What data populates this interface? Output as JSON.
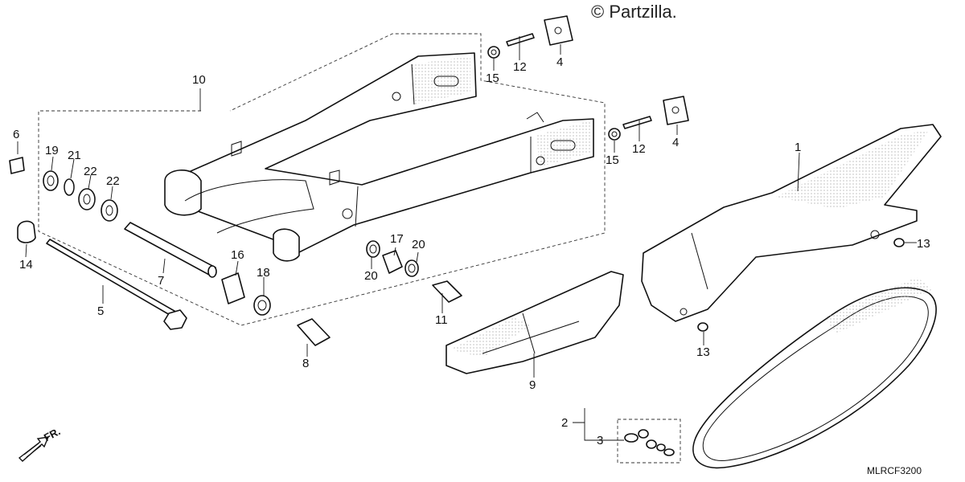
{
  "watermark": "© Partzilla.",
  "diagram_code": "MLRCF3200",
  "direction_label": "FR.",
  "callouts": {
    "c1": "1",
    "c2": "2",
    "c3": "3",
    "c4a": "4",
    "c4b": "4",
    "c5": "5",
    "c6": "6",
    "c7": "7",
    "c8": "8",
    "c9": "9",
    "c10": "10",
    "c11": "11",
    "c12a": "12",
    "c12b": "12",
    "c13a": "13",
    "c13b": "13",
    "c14": "14",
    "c15a": "15",
    "c15b": "15",
    "c16": "16",
    "c17": "17",
    "c18": "18",
    "c19": "19",
    "c20a": "20",
    "c20b": "20",
    "c21": "21",
    "c22a": "22",
    "c22b": "22"
  }
}
